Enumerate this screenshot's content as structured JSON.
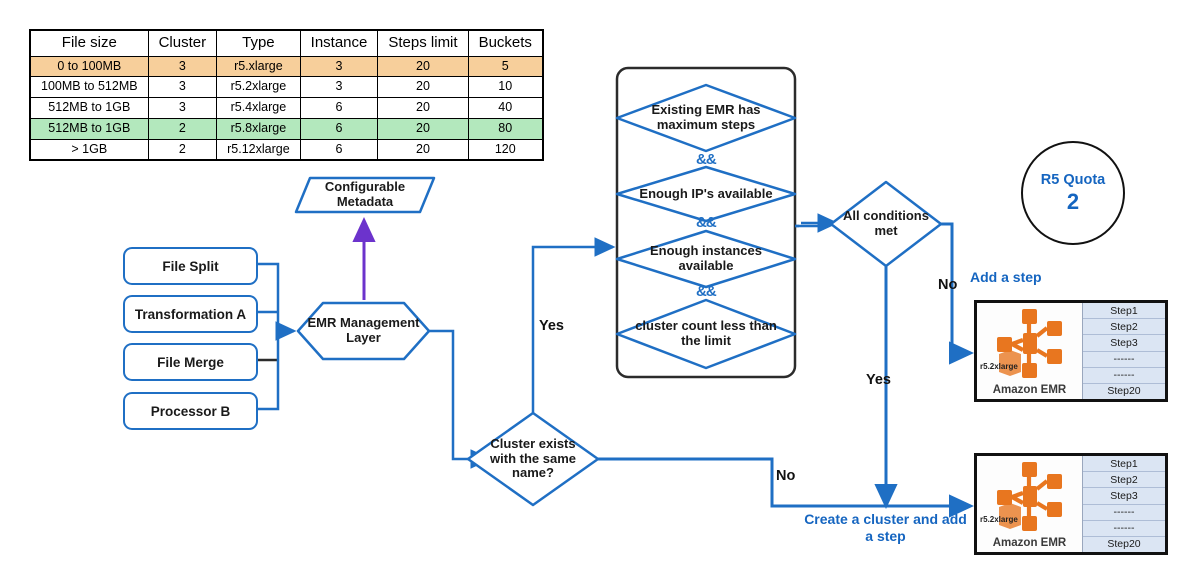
{
  "table": {
    "headers": [
      "File size",
      "Cluster",
      "Type",
      "Instance",
      "Steps limit",
      "Buckets"
    ],
    "rows": [
      {
        "highlight": "orange",
        "cells": [
          "0 to 100MB",
          "3",
          "r5.xlarge",
          "3",
          "20",
          "5"
        ]
      },
      {
        "highlight": "none",
        "cells": [
          "100MB to 512MB",
          "3",
          "r5.2xlarge",
          "3",
          "20",
          "10"
        ]
      },
      {
        "highlight": "none",
        "cells": [
          "512MB to 1GB",
          "3",
          "r5.4xlarge",
          "6",
          "20",
          "40"
        ]
      },
      {
        "highlight": "green",
        "cells": [
          "512MB to 1GB",
          "2",
          "r5.8xlarge",
          "6",
          "20",
          "80"
        ]
      },
      {
        "highlight": "none",
        "cells": [
          "> 1GB",
          "2",
          "r5.12xlarge",
          "6",
          "20",
          "120"
        ]
      }
    ]
  },
  "sources": {
    "file_split": "File Split",
    "transformation_a": "Transformation A",
    "file_merge": "File Merge",
    "processor_b": "Processor B"
  },
  "nodes": {
    "configurable_metadata": "Configurable Metadata",
    "emr_management_layer": "EMR Management Layer",
    "cluster_exists": "Cluster exists with the same name?",
    "all_conditions_met": "All conditions met"
  },
  "conditions": [
    "Existing EMR has maximum steps",
    "Enough IP's available",
    "Enough instances available",
    "cluster count less than the limit"
  ],
  "operators": {
    "and1": "&&",
    "and2": "&&",
    "and3": "&&"
  },
  "edge_labels": {
    "yes_to_conditions": "Yes",
    "no_from_all_conditions": "No",
    "yes_from_all_conditions": "Yes",
    "no_from_cluster_exists": "No"
  },
  "actions": {
    "add_a_step": "Add a step",
    "create_cluster_add_step": "Create a cluster and add a step"
  },
  "quota": {
    "label": "R5 Quota",
    "value": "2"
  },
  "emr_top": {
    "instance_type": "r5.2xlarge",
    "service_name": "Amazon EMR",
    "steps": [
      "Step1",
      "Step2",
      "Step3",
      "------",
      "------",
      "Step20"
    ]
  },
  "emr_bottom": {
    "instance_type": "r5.2xlarge",
    "service_name": "Amazon EMR",
    "steps": [
      "Step1",
      "Step2",
      "Step3",
      "------",
      "------",
      "Step20"
    ]
  },
  "colors": {
    "flow_blue": "#1f6fc4",
    "accent_blue": "#1565c0",
    "metadata_arrow_purple": "#6c33cc",
    "dark_outline": "#2b2b2b",
    "emr_orange": "#e8761f",
    "table_orange": "#f7cf9b",
    "table_green": "#b3e8bd",
    "step_panel_bg": "#dbe5f3"
  }
}
